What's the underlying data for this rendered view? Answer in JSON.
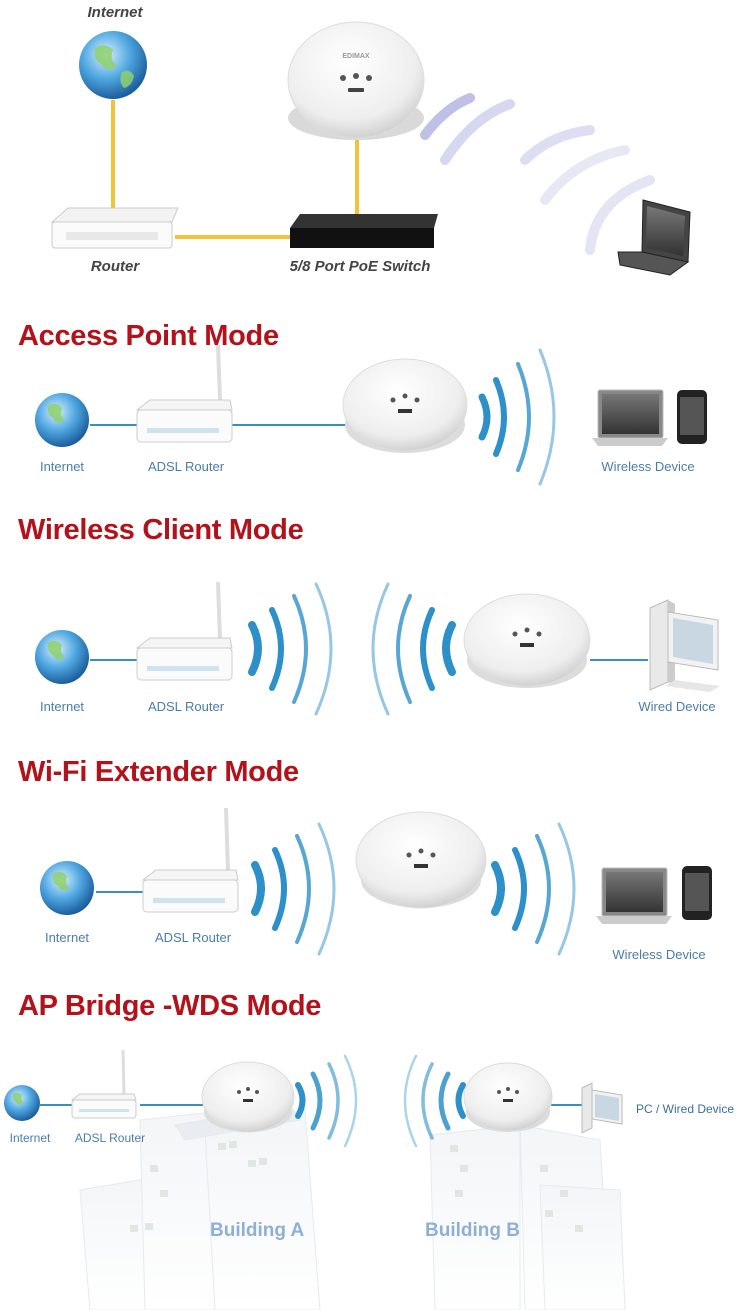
{
  "topology": {
    "internet_label": "Internet",
    "router_label": "Router",
    "switch_label": "5/8 Port PoE Switch",
    "ap_brand": "EDIMAX"
  },
  "modes": [
    {
      "title": "Access Point Mode",
      "labels": [
        "Internet",
        "ADSL Router",
        "Wireless Device"
      ]
    },
    {
      "title": "Wireless Client Mode",
      "labels": [
        "Internet",
        "ADSL Router",
        "Wired Device"
      ]
    },
    {
      "title": "Wi-Fi Extender Mode",
      "labels": [
        "Internet",
        "ADSL Router",
        "Wireless Device"
      ]
    },
    {
      "title": "AP Bridge -WDS Mode",
      "labels": [
        "Internet",
        "ADSL Router",
        "PC / Wired Device"
      ],
      "buildings": [
        "Building A",
        "Building B"
      ]
    }
  ],
  "colors": {
    "title": "#b3121a",
    "label": "#4a7ea8",
    "cable_yellow": "#f2c23a",
    "cable_blue": "#3a8fc0",
    "wave": "#2e90c8"
  },
  "icons": [
    "globe-icon",
    "router-icon",
    "access-point-icon",
    "laptop-icon",
    "phone-icon",
    "desktop-pc-icon",
    "poe-switch-icon",
    "wifi-waves-icon",
    "building-icon"
  ]
}
